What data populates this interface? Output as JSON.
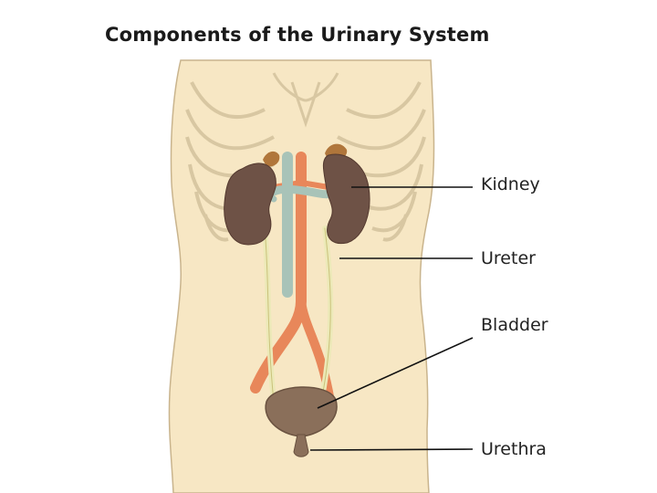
{
  "title": "Components of the Urinary System",
  "labels": {
    "kidney": "Kidney",
    "ureter": "Ureter",
    "bladder": "Bladder",
    "urethra": "Urethra"
  },
  "colors": {
    "skin": "#f7e7c4",
    "outline": "#c9b48d",
    "kidney": "#6e5246",
    "adrenal": "#b0763b",
    "artery": "#e8875a",
    "vein": "#a8c3b8",
    "ureter": "#ece9b8",
    "bladder": "#8a6f5a"
  }
}
